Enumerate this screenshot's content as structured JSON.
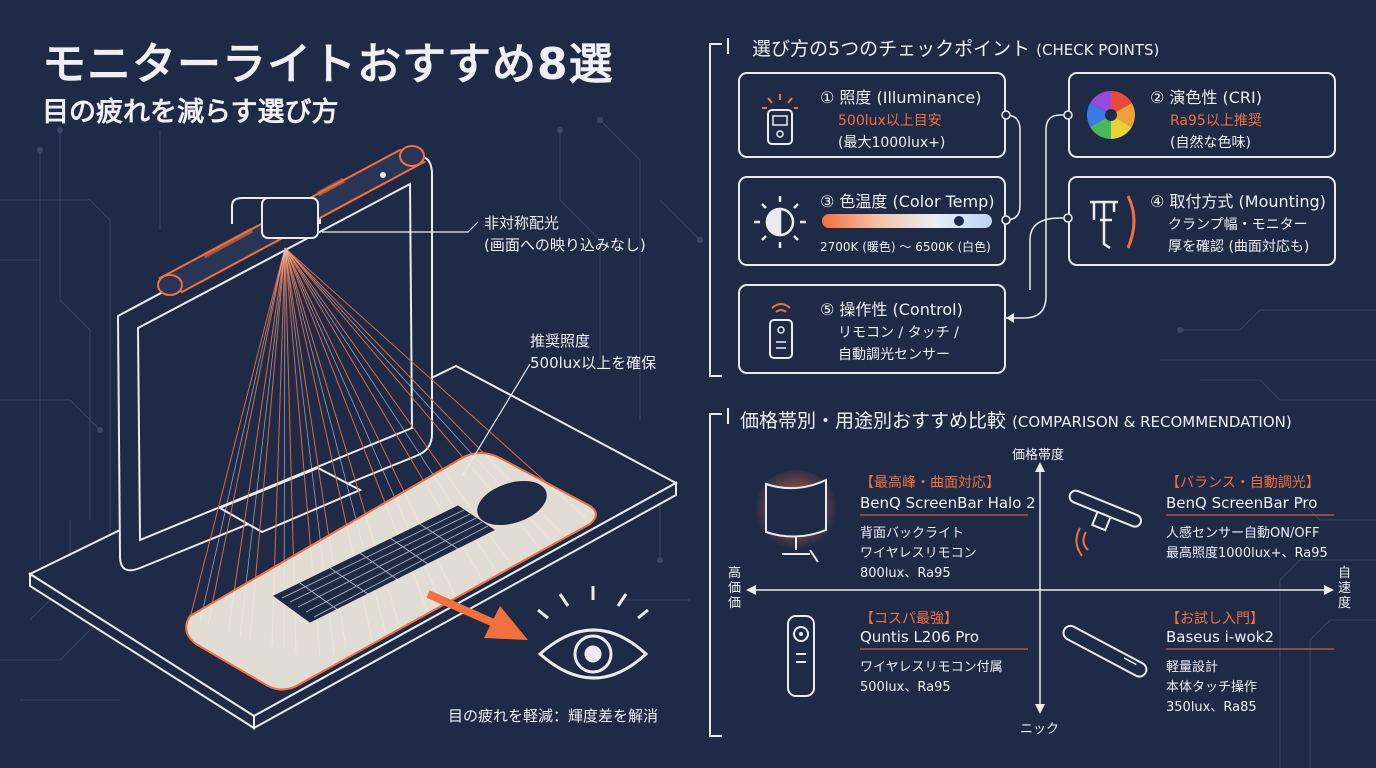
{
  "header": {
    "title": "モニターライトおすすめ8選",
    "subtitle": "目の疲れを減らす選び方"
  },
  "illustration": {
    "callout_asymmetric_line1": "非対称配光",
    "callout_asymmetric_line2": "(画面への映り込みなし)",
    "callout_lux_line1": "推奨照度",
    "callout_lux_line2": "500lux以上を確保",
    "callout_eye": "目の疲れを軽減：輝度差を解消"
  },
  "check_points": {
    "heading": "選び方の5つのチェックポイント",
    "heading_en": "(CHECK POINTS)",
    "items": [
      {
        "title": "① 照度 (Illuminance)",
        "line1": "500lux以上目安",
        "line2": "(最大1000lux+)"
      },
      {
        "title": "② 演色性 (CRI)",
        "line1": "Ra95以上推奨",
        "line2": "(自然な色味)"
      },
      {
        "title": "③ 色温度 (Color Temp)",
        "line1": "2700K (暖色) ～ 6500K (白色)"
      },
      {
        "title": "④ 取付方式 (Mounting)",
        "line1": "クランプ幅・モニター",
        "line2": "厚を確認 (曲面対応も)"
      },
      {
        "title": "⑤ 操作性 (Control)",
        "line1": "リモコン / タッチ /",
        "line2": "自動調光センサー"
      }
    ]
  },
  "comparison": {
    "heading": "価格帯別・用途別おすすめ比較",
    "heading_en": "(COMPARISON & RECOMMENDATION)",
    "axis_top": "価格帯度",
    "axis_bottom": "ニック",
    "axis_left": "高価価",
    "axis_right": "自速度",
    "products": [
      {
        "tag": "【最高峰・曲面対応】",
        "name": "BenQ ScreenBar Halo 2",
        "line1": "背面バックライト",
        "line2": "ワイヤレスリモコン",
        "line3": "800lux、Ra95"
      },
      {
        "tag": "【バランス・自動調光】",
        "name": "BenQ ScreenBar Pro",
        "line1": "人感センサー自動ON/OFF",
        "line2": "最高照度1000lux+、Ra95"
      },
      {
        "tag": "【コスパ最強】",
        "name": "Quntis L206 Pro",
        "line1": "ワイヤレスリモコン付属",
        "line2": "500lux、Ra95"
      },
      {
        "tag": "【お試し入門】",
        "name": "Baseus i-wok2",
        "line1": "軽量設計",
        "line2": "本体タッチ操作",
        "line3": "350lux、Ra85"
      }
    ]
  },
  "colors": {
    "background": "#1f2a47",
    "accent": "#f07040",
    "line": "#e9ebf0",
    "paper": "#f2ede2"
  }
}
